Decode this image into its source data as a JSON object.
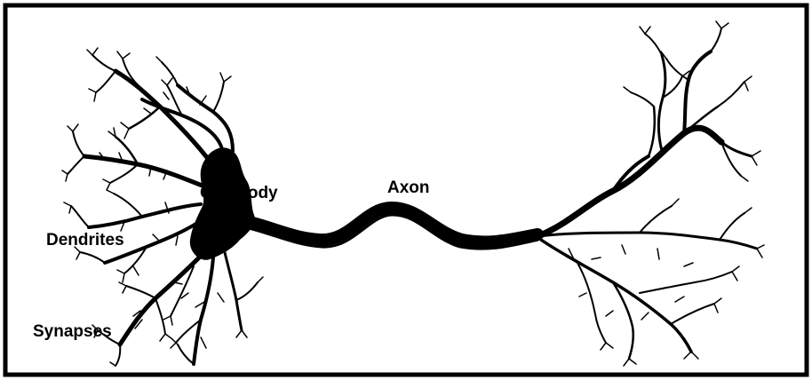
{
  "labels": {
    "cell_body": "Cell Body",
    "axon": "Axon",
    "dendrites": "Dendrites",
    "synapses": "Synapses"
  },
  "colors": {
    "ink": "#000000",
    "background": "#ffffff"
  }
}
